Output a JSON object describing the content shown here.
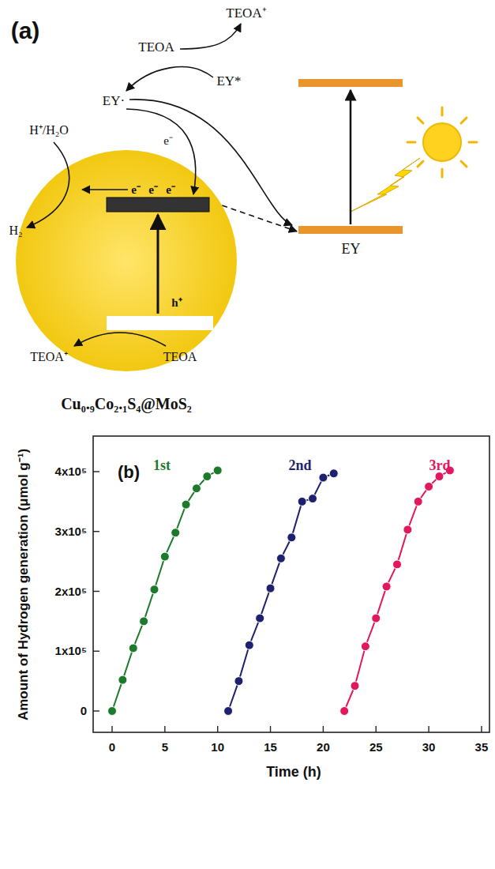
{
  "diagram": {
    "nodes": [
      {
        "text": [
          "Cu₀.₉Co₂.₁S₄@MoS₂"
        ]
      },
      {
        "text": [
          "EY"
        ]
      }
    ],
    "edges": [
      {
        "from": 0,
        "to": 1,
        "arrow": "to"
      }
    ],
    "labels": [
      "(a)",
      "TEOA⁺",
      "TEOA",
      "EY*",
      "EY·",
      "e⁻",
      "H⁺/H₂O",
      "H₂",
      "e⁻",
      "e⁻",
      "e⁻",
      "h⁺",
      "TEOA⁺",
      "TEOA",
      "(b)",
      "1st",
      "2nd",
      "3rd",
      "0",
      "1x10⁵",
      "2x10⁵",
      "3x10⁵",
      "4x10⁵",
      "0",
      "5",
      "10",
      "15",
      "20",
      "25",
      "30",
      "35",
      "Amount of Hydrogen generation (μmol g⁻¹)",
      "Time (h)"
    ]
  }
}
